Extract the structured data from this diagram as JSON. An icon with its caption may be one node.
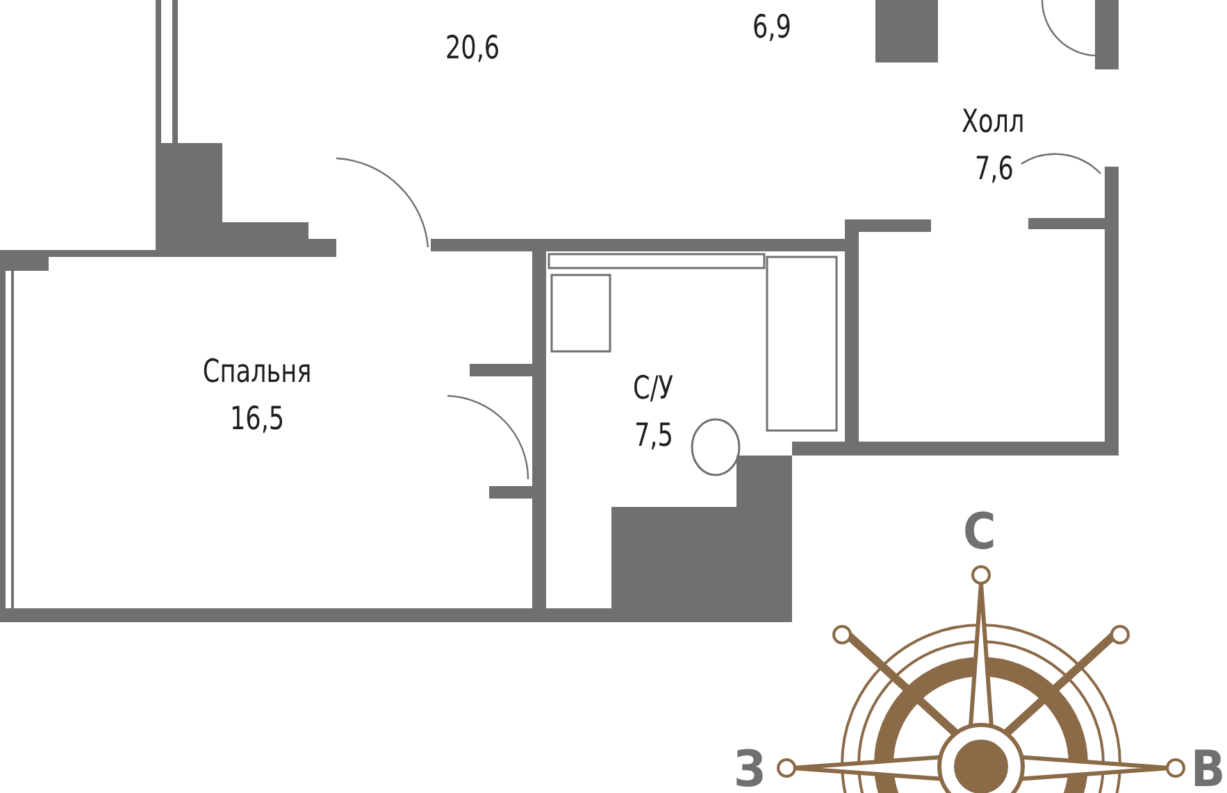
{
  "diagram": {
    "nodes": [
      {
        "text": [
          "20,6"
        ]
      },
      {
        "text": [
          "6,9"
        ]
      },
      {
        "text": [
          "Холл",
          "7,6"
        ]
      },
      {
        "text": [
          "Спальня",
          "16,5"
        ]
      },
      {
        "text": [
          "С/У",
          "7,5"
        ]
      }
    ],
    "labels": [
      "С",
      "З",
      "В"
    ]
  }
}
